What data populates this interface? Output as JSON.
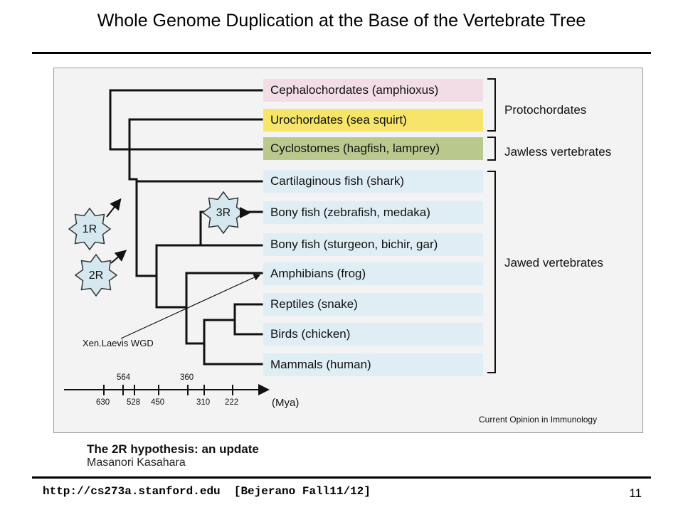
{
  "slide": {
    "title": "Whole Genome Duplication at the Base of the Vertebrate Tree",
    "footer_url": "http://cs273a.stanford.edu  [Bejerano Fall11/12]",
    "page_number": "11"
  },
  "figure": {
    "taxa": [
      {
        "label": "Cephalochordates (amphioxus)",
        "color": "#f2dde6"
      },
      {
        "label": "Urochordates (sea squirt)",
        "color": "#f7e56a"
      },
      {
        "label": "Cyclostomes (hagfish, lamprey)",
        "color": "#b9c98e"
      },
      {
        "label": "Cartilaginous fish (shark)",
        "color": "#dfeef4"
      },
      {
        "label": "Bony fish (zebrafish, medaka)",
        "color": "#dfeef4"
      },
      {
        "label": "Bony fish (sturgeon, bichir, gar)",
        "color": "#dfeef4"
      },
      {
        "label": "Amphibians (frog)",
        "color": "#dfeef4"
      },
      {
        "label": "Reptiles (snake)",
        "color": "#dfeef4"
      },
      {
        "label": "Birds (chicken)",
        "color": "#dfeef4"
      },
      {
        "label": "Mammals (human)",
        "color": "#dfeef4"
      }
    ],
    "groups": [
      "Protochordates",
      "Jawless vertebrates",
      "Jawed vertebrates"
    ],
    "duplications": [
      "1R",
      "2R",
      "3R"
    ],
    "timescale": {
      "upper_ticks": [
        "564",
        "360"
      ],
      "lower_ticks": [
        "630",
        "528",
        "450",
        "310",
        "222"
      ],
      "unit": "(Mya)"
    },
    "credit": "Current Opinion in Immunology",
    "annotation": "Xen.Laevis WGD"
  },
  "source": {
    "title": "The 2R hypothesis: an update",
    "author": "Masanori Kasahara"
  },
  "colors": {
    "tree": "#111111",
    "star_fill": "#d6e8ef",
    "star_stroke": "#333333"
  }
}
